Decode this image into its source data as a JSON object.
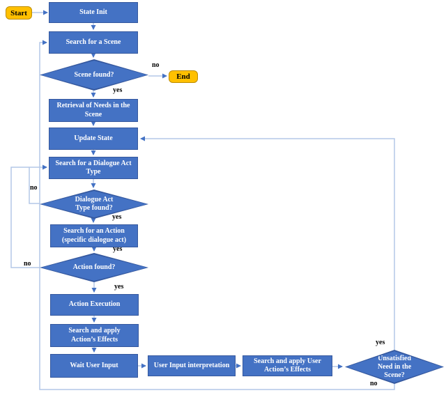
{
  "colors": {
    "process_fill": "#4472C4",
    "process_border": "#35589E",
    "terminal_fill": "#FFC000",
    "terminal_border": "#BC8C00",
    "connector_line": "#B4C7E7",
    "arrowhead": "#4472C4",
    "node_text": "#FFFFFF",
    "edge_label_text": "#000000"
  },
  "nodes": {
    "start": {
      "label": "Start"
    },
    "state_init": {
      "label": "State Init"
    },
    "search_scene": {
      "label": "Search for a Scene"
    },
    "scene_found": {
      "label": "Scene found?"
    },
    "end": {
      "label": "End"
    },
    "retrieval": {
      "label": "Retrieval of Needs in the\nScene"
    },
    "update_state": {
      "label": "Update State"
    },
    "search_dat": {
      "label": "Search for a Dialogue Act\nType"
    },
    "dat_found": {
      "label": "Dialogue Act\nType found?"
    },
    "search_action": {
      "label": "Search for an Action\n(specific dialogue act)"
    },
    "action_found": {
      "label": "Action found?"
    },
    "action_exec": {
      "label": "Action Execution"
    },
    "search_apply": {
      "label": "Search and apply\nAction’s Effects"
    },
    "wait_input": {
      "label": "Wait User Input"
    },
    "user_interp": {
      "label": "User Input interpretation"
    },
    "search_apply_user": {
      "label": "Search and apply User\nAction’s Effects"
    },
    "unsatisfied": {
      "label": "Unsatisfied\nNeed in the\nScene?"
    }
  },
  "edge_labels": {
    "scene_no": "no",
    "scene_yes": "yes",
    "dat_no": "no",
    "dat_yes": "yes",
    "action_pre_yes": "yes",
    "action_no": "no",
    "action_yes": "yes",
    "unsat_yes": "yes",
    "unsat_no": "no"
  }
}
